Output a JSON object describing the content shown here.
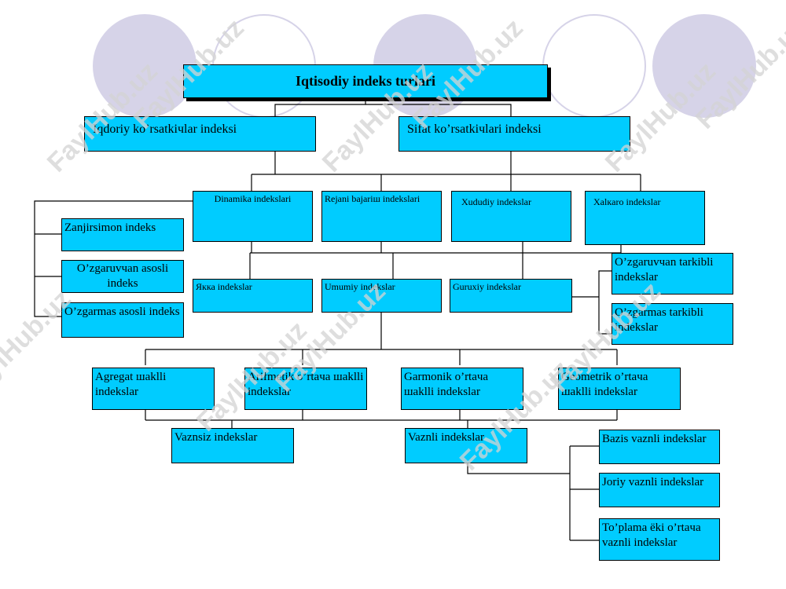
{
  "title": "Iqtisodiy indeks turlari",
  "nodes": {
    "quantity": "Iqdoriy ko’rsatkiчlar indeksi",
    "quality": "Sifat ko’rsatkiчlari indeksi",
    "dynamic": "Dinamika indekslari",
    "plan": "Rejani bajariш indekslari",
    "regional": "Xududiy indekslar",
    "international": "Xalкaro indekslar",
    "chain": "Zanjirsimon indeks",
    "variable_base": "O’zgaruvчan asosli indeks",
    "fixed_base": "O’zgarmas asosli indeks",
    "individual": "Якка indekslar",
    "general": "Umumiy indekslar",
    "group": "Guruxiy indekslar",
    "variable_structure": "O’zgaruvчan tarkibli indekslar",
    "fixed_structure": "O’zgarmas tarkibli indekslar",
    "aggregate": "Agregat шaklli indekslar",
    "arithmetic": "Arifmetik o’rtaчa шaklli indekslar",
    "harmonic": "Garmonik o’rtaчa шaklli indekslar",
    "geometric": "Geometrik o’rtaчa шaklli indekslar",
    "unweighted": "Vaznsiz indekslar",
    "weighted": "Vaznli indekslar",
    "base_weighted": "Bazis vaznli indekslar",
    "current_weighted": "Joriy vaznli indekslar",
    "summary_weighted": "To’plama ёki o’rtaчa vaznli indekslar"
  },
  "watermark": "FaylHub.uz",
  "colors": {
    "box": "#00ccff",
    "circle": "#d6d3e8",
    "line": "#000000"
  }
}
